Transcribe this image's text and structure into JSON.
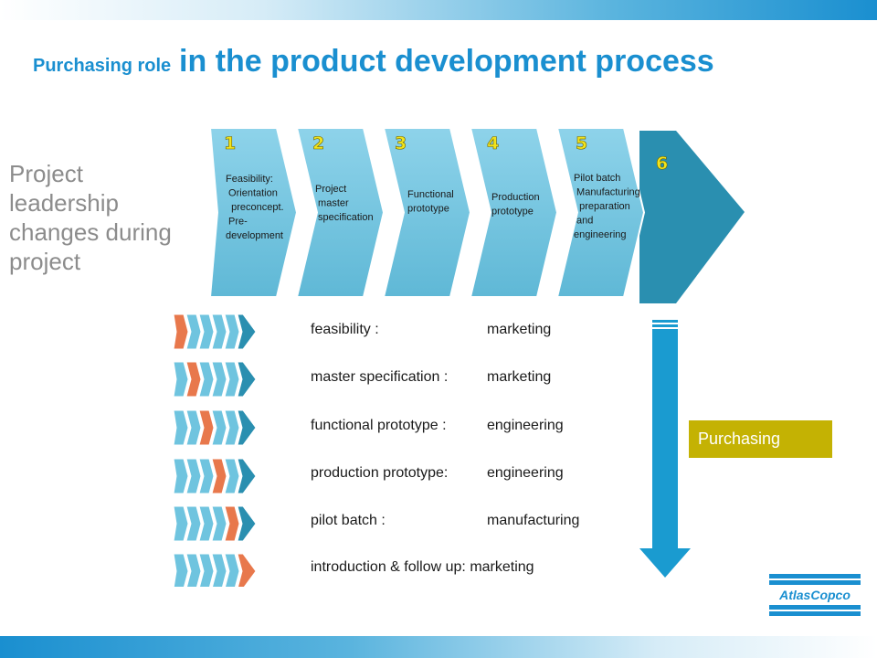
{
  "title": {
    "prefix": "Purchasing role",
    "main": "in the product development process"
  },
  "leadership_text": "Project leadership changes during project",
  "phases": [
    {
      "num": "1",
      "lines": [
        "Feasibility:",
        " Orientation",
        "  preconcept.",
        " Pre-",
        "development"
      ]
    },
    {
      "num": "2",
      "lines": [
        "Project",
        " master",
        " specification"
      ]
    },
    {
      "num": "3",
      "lines": [
        "Functional",
        "prototype"
      ]
    },
    {
      "num": "4",
      "lines": [
        "Production",
        "prototype"
      ]
    },
    {
      "num": "5",
      "lines": [
        "Pilot batch",
        " Manufacturing",
        "  preparation",
        " and",
        "engineering"
      ]
    },
    {
      "num": "6",
      "lines": []
    }
  ],
  "responsibilities": [
    {
      "phase": "feasibility :",
      "owner": "marketing"
    },
    {
      "phase": "master specification :",
      "owner": "marketing"
    },
    {
      "phase": "functional prototype :",
      "owner": "engineering"
    },
    {
      "phase": "production prototype:",
      "owner": "engineering"
    },
    {
      "phase": "pilot batch :",
      "owner": "manufacturing"
    },
    {
      "phase": "introduction & follow up:",
      "owner": "marketing"
    }
  ],
  "purchasing_label": "Purchasing",
  "logo": {
    "text": "AtlasCopco"
  },
  "colors": {
    "brand_blue": "#1a8fd0",
    "chevron_fill": "#6fc4df",
    "chevron_dark": "#2a8fb0",
    "highlight_orange": "#e8784c",
    "purchasing_bg": "#c4b203",
    "phase_number": "#f2e41d",
    "side_text": "#8c8c8c"
  }
}
